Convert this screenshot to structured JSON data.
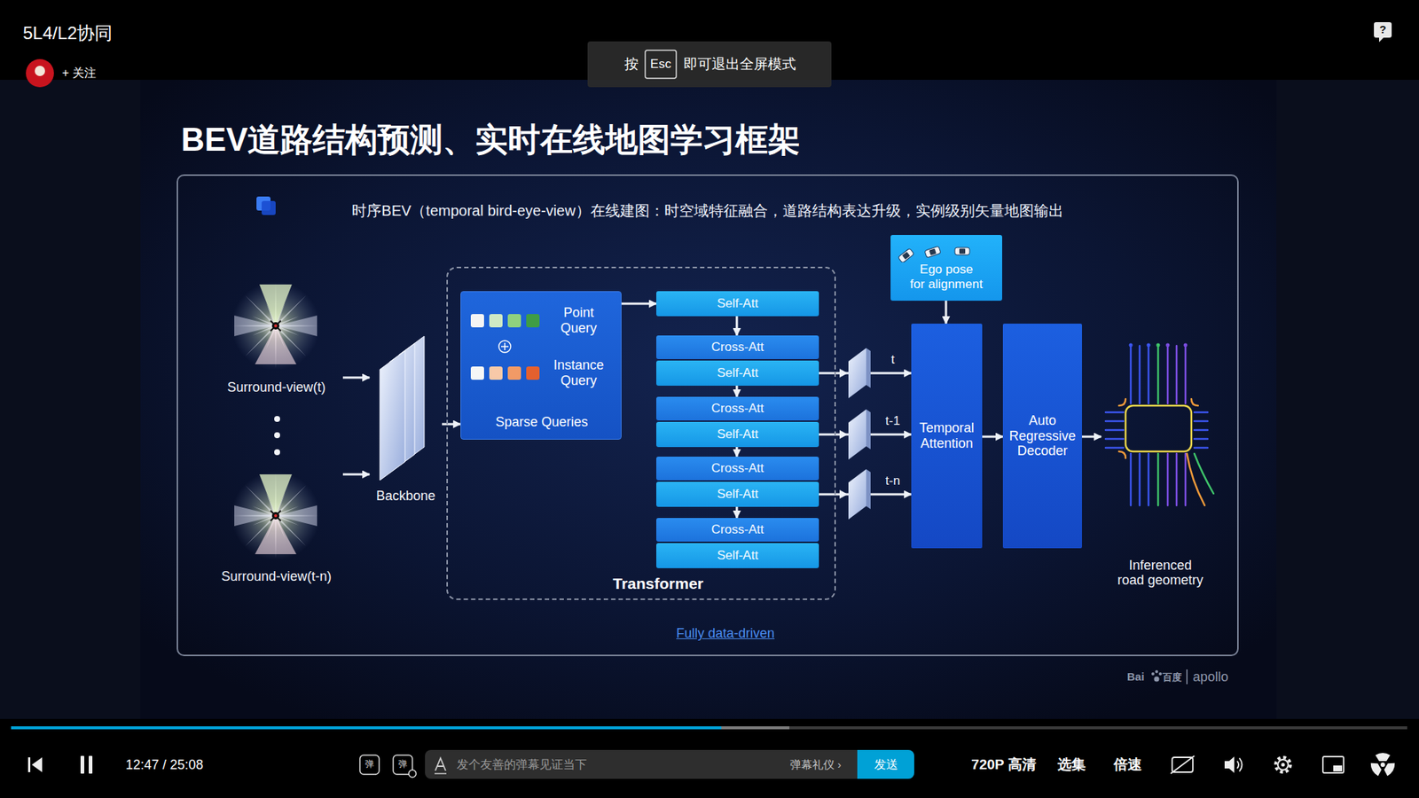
{
  "diagram": {
    "title": "BEV道路结构预测、实时在线地图学习框架",
    "nodes": [
      {
        "text": [
          "时序BEV（temporal bird-eye-view）在线建图：时空域特征融合，道路结构表达升级，实例级别矢量地图输出",
          "Fully data-driven"
        ]
      },
      {
        "text": [
          "Surround-view(t)"
        ],
        "in": 0
      },
      {
        "text": [
          "Surround-view(t-n)"
        ],
        "in": 0
      },
      {
        "text": [
          "Backbone"
        ],
        "in": 0
      },
      {
        "text": [
          "Transformer"
        ],
        "in": 0
      },
      {
        "text": [
          "Point Query",
          "Instance Query",
          "Sparse Queries"
        ],
        "in": 4
      },
      {
        "text": [
          "Self-Att"
        ],
        "in": 4
      },
      {
        "text": [
          "Cross-Att"
        ],
        "in": 4
      },
      {
        "text": [
          "Self-Att"
        ],
        "in": 4
      },
      {
        "text": [
          "Cross-Att"
        ],
        "in": 4
      },
      {
        "text": [
          "Self-Att"
        ],
        "in": 4
      },
      {
        "text": [
          "Cross-Att"
        ],
        "in": 4
      },
      {
        "text": [
          "Self-Att"
        ],
        "in": 4
      },
      {
        "text": [
          "Cross-Att"
        ],
        "in": 4
      },
      {
        "text": [
          "Self-Att"
        ],
        "in": 4
      },
      {
        "text": [
          "Ego pose for alignment"
        ],
        "in": 0
      },
      {
        "text": [
          "Temporal Attention"
        ],
        "in": 0
      },
      {
        "text": [
          "Auto Regressive Decoder"
        ],
        "in": 0
      },
      {
        "text": [
          "Inferenced road geometry"
        ],
        "in": 0
      }
    ],
    "edges": [
      {
        "from": 1,
        "to": 3,
        "arrow": "to"
      },
      {
        "from": 2,
        "to": 3,
        "arrow": "to"
      },
      {
        "from": 3,
        "to": 5,
        "arrow": "to"
      },
      {
        "from": 5,
        "to": 6,
        "arrow": "to"
      },
      {
        "from": 6,
        "to": 7,
        "arrow": "to"
      },
      {
        "from": 8,
        "to": 9,
        "arrow": "to"
      },
      {
        "from": 10,
        "to": 11,
        "arrow": "to"
      },
      {
        "from": 12,
        "to": 13,
        "arrow": "to"
      },
      {
        "from": 8,
        "to": 16,
        "label": "t",
        "arrow": "to"
      },
      {
        "from": 10,
        "to": 16,
        "label": "t-1",
        "arrow": "to"
      },
      {
        "from": 12,
        "to": 16,
        "label": "t-n",
        "arrow": "to"
      },
      {
        "from": 15,
        "to": 16,
        "arrow": "to"
      },
      {
        "from": 16,
        "to": 17,
        "arrow": "to"
      },
      {
        "from": 17,
        "to": 18,
        "arrow": "to"
      }
    ],
    "labels": [
      "5L4/L2协同",
      "+ 关注",
      "按",
      "Esc",
      "即可退出全屏模式",
      "?",
      "Bai",
      "百度",
      "apollo",
      "12:47 / 25:08",
      "弹",
      "弹",
      "发个友善的弹幕见证当下",
      "弹幕礼仪 ›",
      "发送",
      "720P 高清",
      "选集",
      "倍速"
    ]
  }
}
